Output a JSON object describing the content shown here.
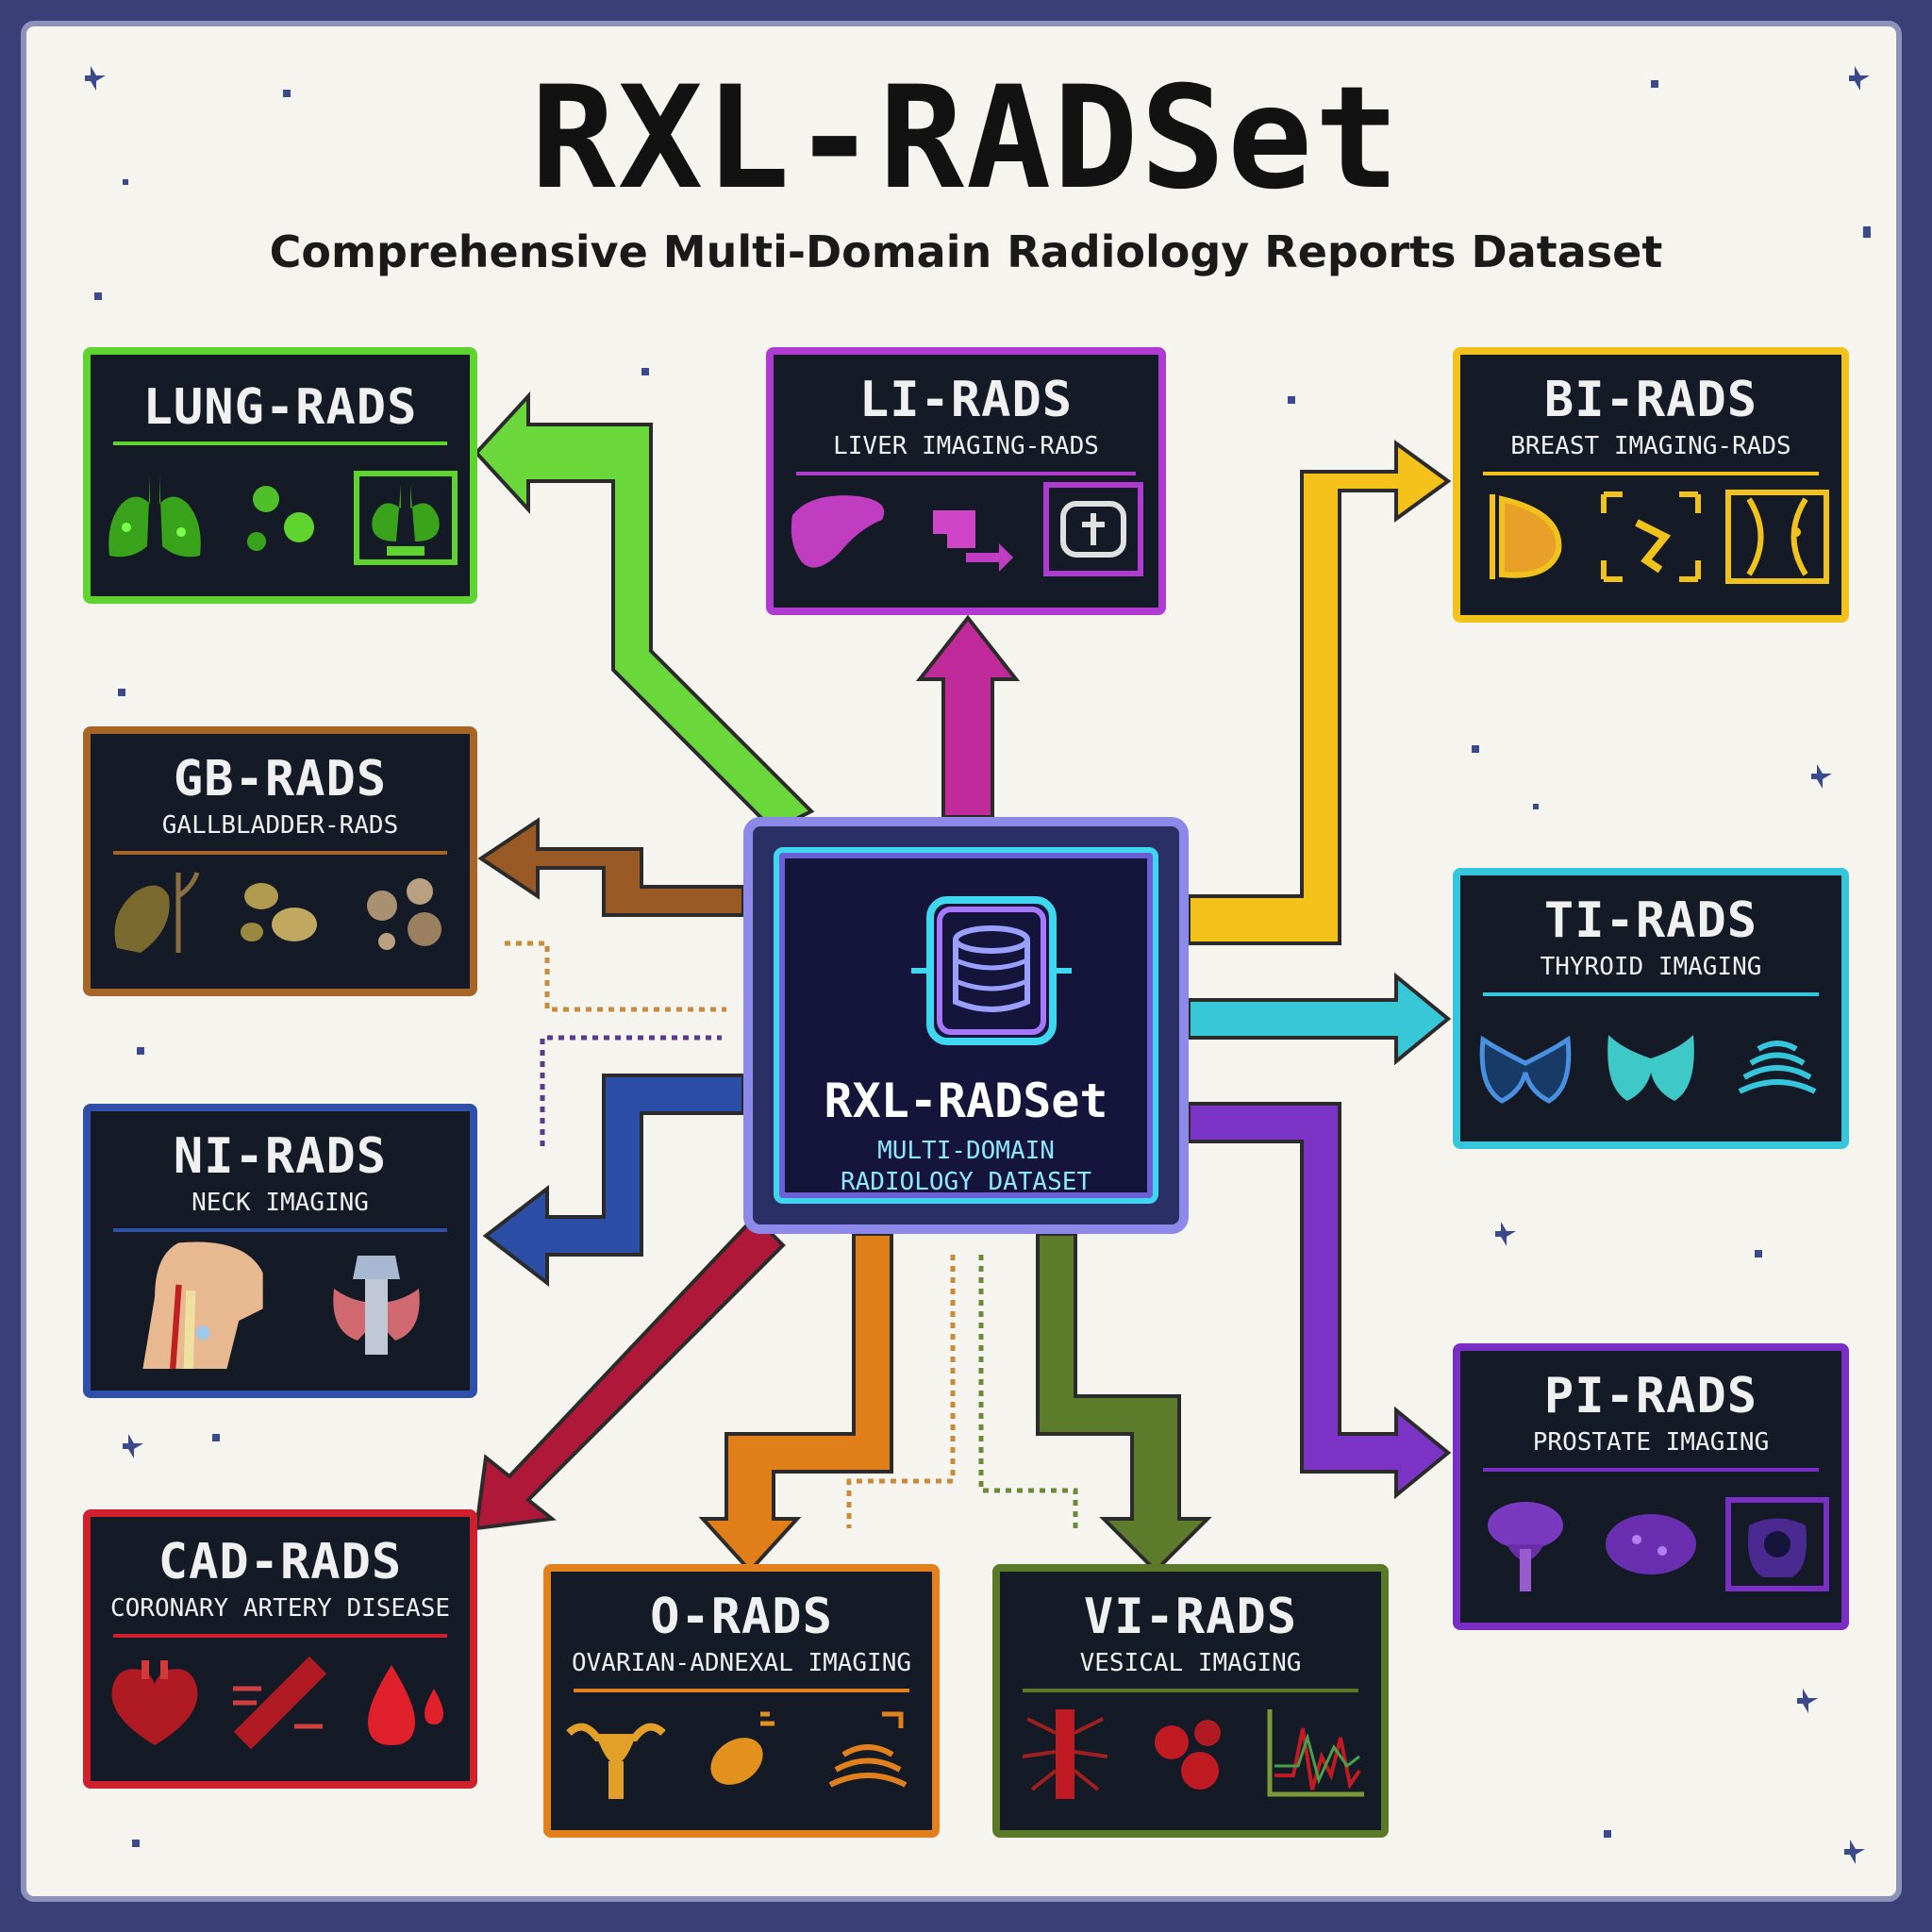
{
  "header": {
    "title": "RXL-RADSet",
    "subtitle": "Comprehensive Multi-Domain Radiology Reports Dataset"
  },
  "hub": {
    "title": "RXL-RADSet",
    "subtitle_line1": "MULTI-DOMAIN",
    "subtitle_line2": "RADIOLOGY DATASET",
    "icon": "database-icon"
  },
  "cards": {
    "lung": {
      "title": "LUNG-RADS",
      "subtitle": "",
      "color": "#5fd42e",
      "icons": [
        "lungs-icon",
        "nodule-icon",
        "chest-xray-icon"
      ]
    },
    "li": {
      "title": "LI-RADS",
      "subtitle": "LIVER IMAGING-RADS",
      "color": "#b03bd0",
      "icons": [
        "liver-icon",
        "liver-scan-icon",
        "ct-scan-icon"
      ]
    },
    "bi": {
      "title": "BI-RADS",
      "subtitle": "BREAST IMAGING-RADS",
      "color": "#f2c21c",
      "icons": [
        "breast-icon",
        "mammogram-icon",
        "breast-scan-icon"
      ]
    },
    "gb": {
      "title": "GB-RADS",
      "subtitle": "GALLBLADDER-RADS",
      "color": "#a86528",
      "icons": [
        "gallbladder-icon",
        "gallstones-icon",
        "stones-icon"
      ]
    },
    "ti": {
      "title": "TI-RADS",
      "subtitle": "THYROID IMAGING",
      "color": "#36c6dc",
      "icons": [
        "thyroid-outline-icon",
        "thyroid-icon",
        "ultrasound-waves-icon"
      ]
    },
    "ni": {
      "title": "NI-RADS",
      "subtitle": "NECK IMAGING",
      "color": "#2f4fa8",
      "icons": [
        "neck-anatomy-icon",
        "larynx-icon"
      ]
    },
    "pi": {
      "title": "PI-RADS",
      "subtitle": "PROSTATE IMAGING",
      "color": "#7a2fc4",
      "icons": [
        "prostate-icon",
        "prostate-lesion-icon",
        "prostate-scan-icon"
      ]
    },
    "cad": {
      "title": "CAD-RADS",
      "subtitle": "CORONARY ARTERY DISEASE",
      "color": "#d0202e",
      "icons": [
        "heart-icon",
        "artery-icon",
        "blood-drop-icon"
      ]
    },
    "o": {
      "title": "O-RADS",
      "subtitle": "OVARIAN-ADNEXAL IMAGING",
      "color": "#e2801e",
      "icons": [
        "uterus-icon",
        "ovary-icon",
        "ultrasound-icon"
      ]
    },
    "vi": {
      "title": "VI-RADS",
      "subtitle": "VESICAL IMAGING",
      "color": "#5a7a2a",
      "icons": [
        "bladder-vessels-icon",
        "cells-icon",
        "signal-chart-icon"
      ]
    }
  }
}
